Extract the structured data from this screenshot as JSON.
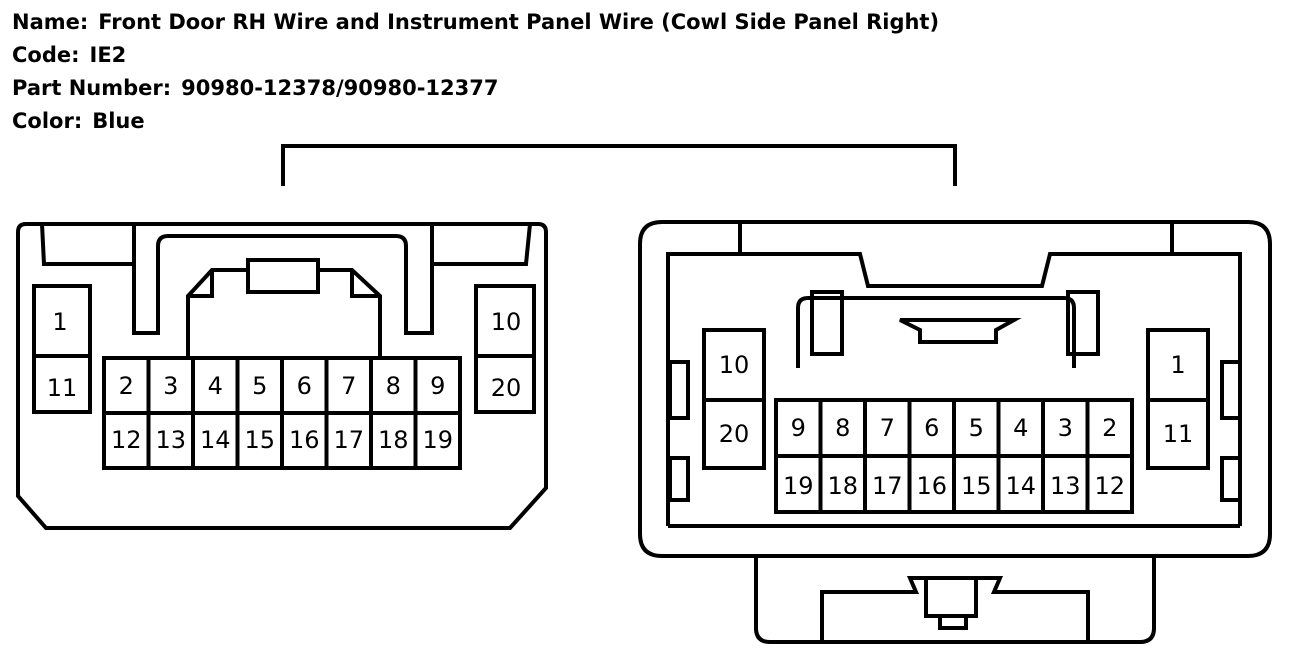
{
  "info": {
    "name_label": "Name:",
    "name_value": "Front Door RH Wire and Instrument Panel Wire (Cowl Side Panel Right)",
    "code_label": "Code:",
    "code_value": "IE2",
    "part_label": "Part Number:",
    "part_value": "90980-12378/90980-12377",
    "color_label": "Color:",
    "color_value": "Blue"
  },
  "left_connector": {
    "side_left": [
      "1",
      "11"
    ],
    "side_right": [
      "10",
      "20"
    ],
    "row_top": [
      "2",
      "3",
      "4",
      "5",
      "6",
      "7",
      "8",
      "9"
    ],
    "row_bottom": [
      "12",
      "13",
      "14",
      "15",
      "16",
      "17",
      "18",
      "19"
    ]
  },
  "right_connector": {
    "side_left": [
      "10",
      "20"
    ],
    "side_right": [
      "1",
      "11"
    ],
    "row_top": [
      "9",
      "8",
      "7",
      "6",
      "5",
      "4",
      "3",
      "2"
    ],
    "row_bottom": [
      "19",
      "18",
      "17",
      "16",
      "15",
      "14",
      "13",
      "12"
    ]
  },
  "colors": {
    "line": "#000000",
    "background": "#ffffff"
  }
}
